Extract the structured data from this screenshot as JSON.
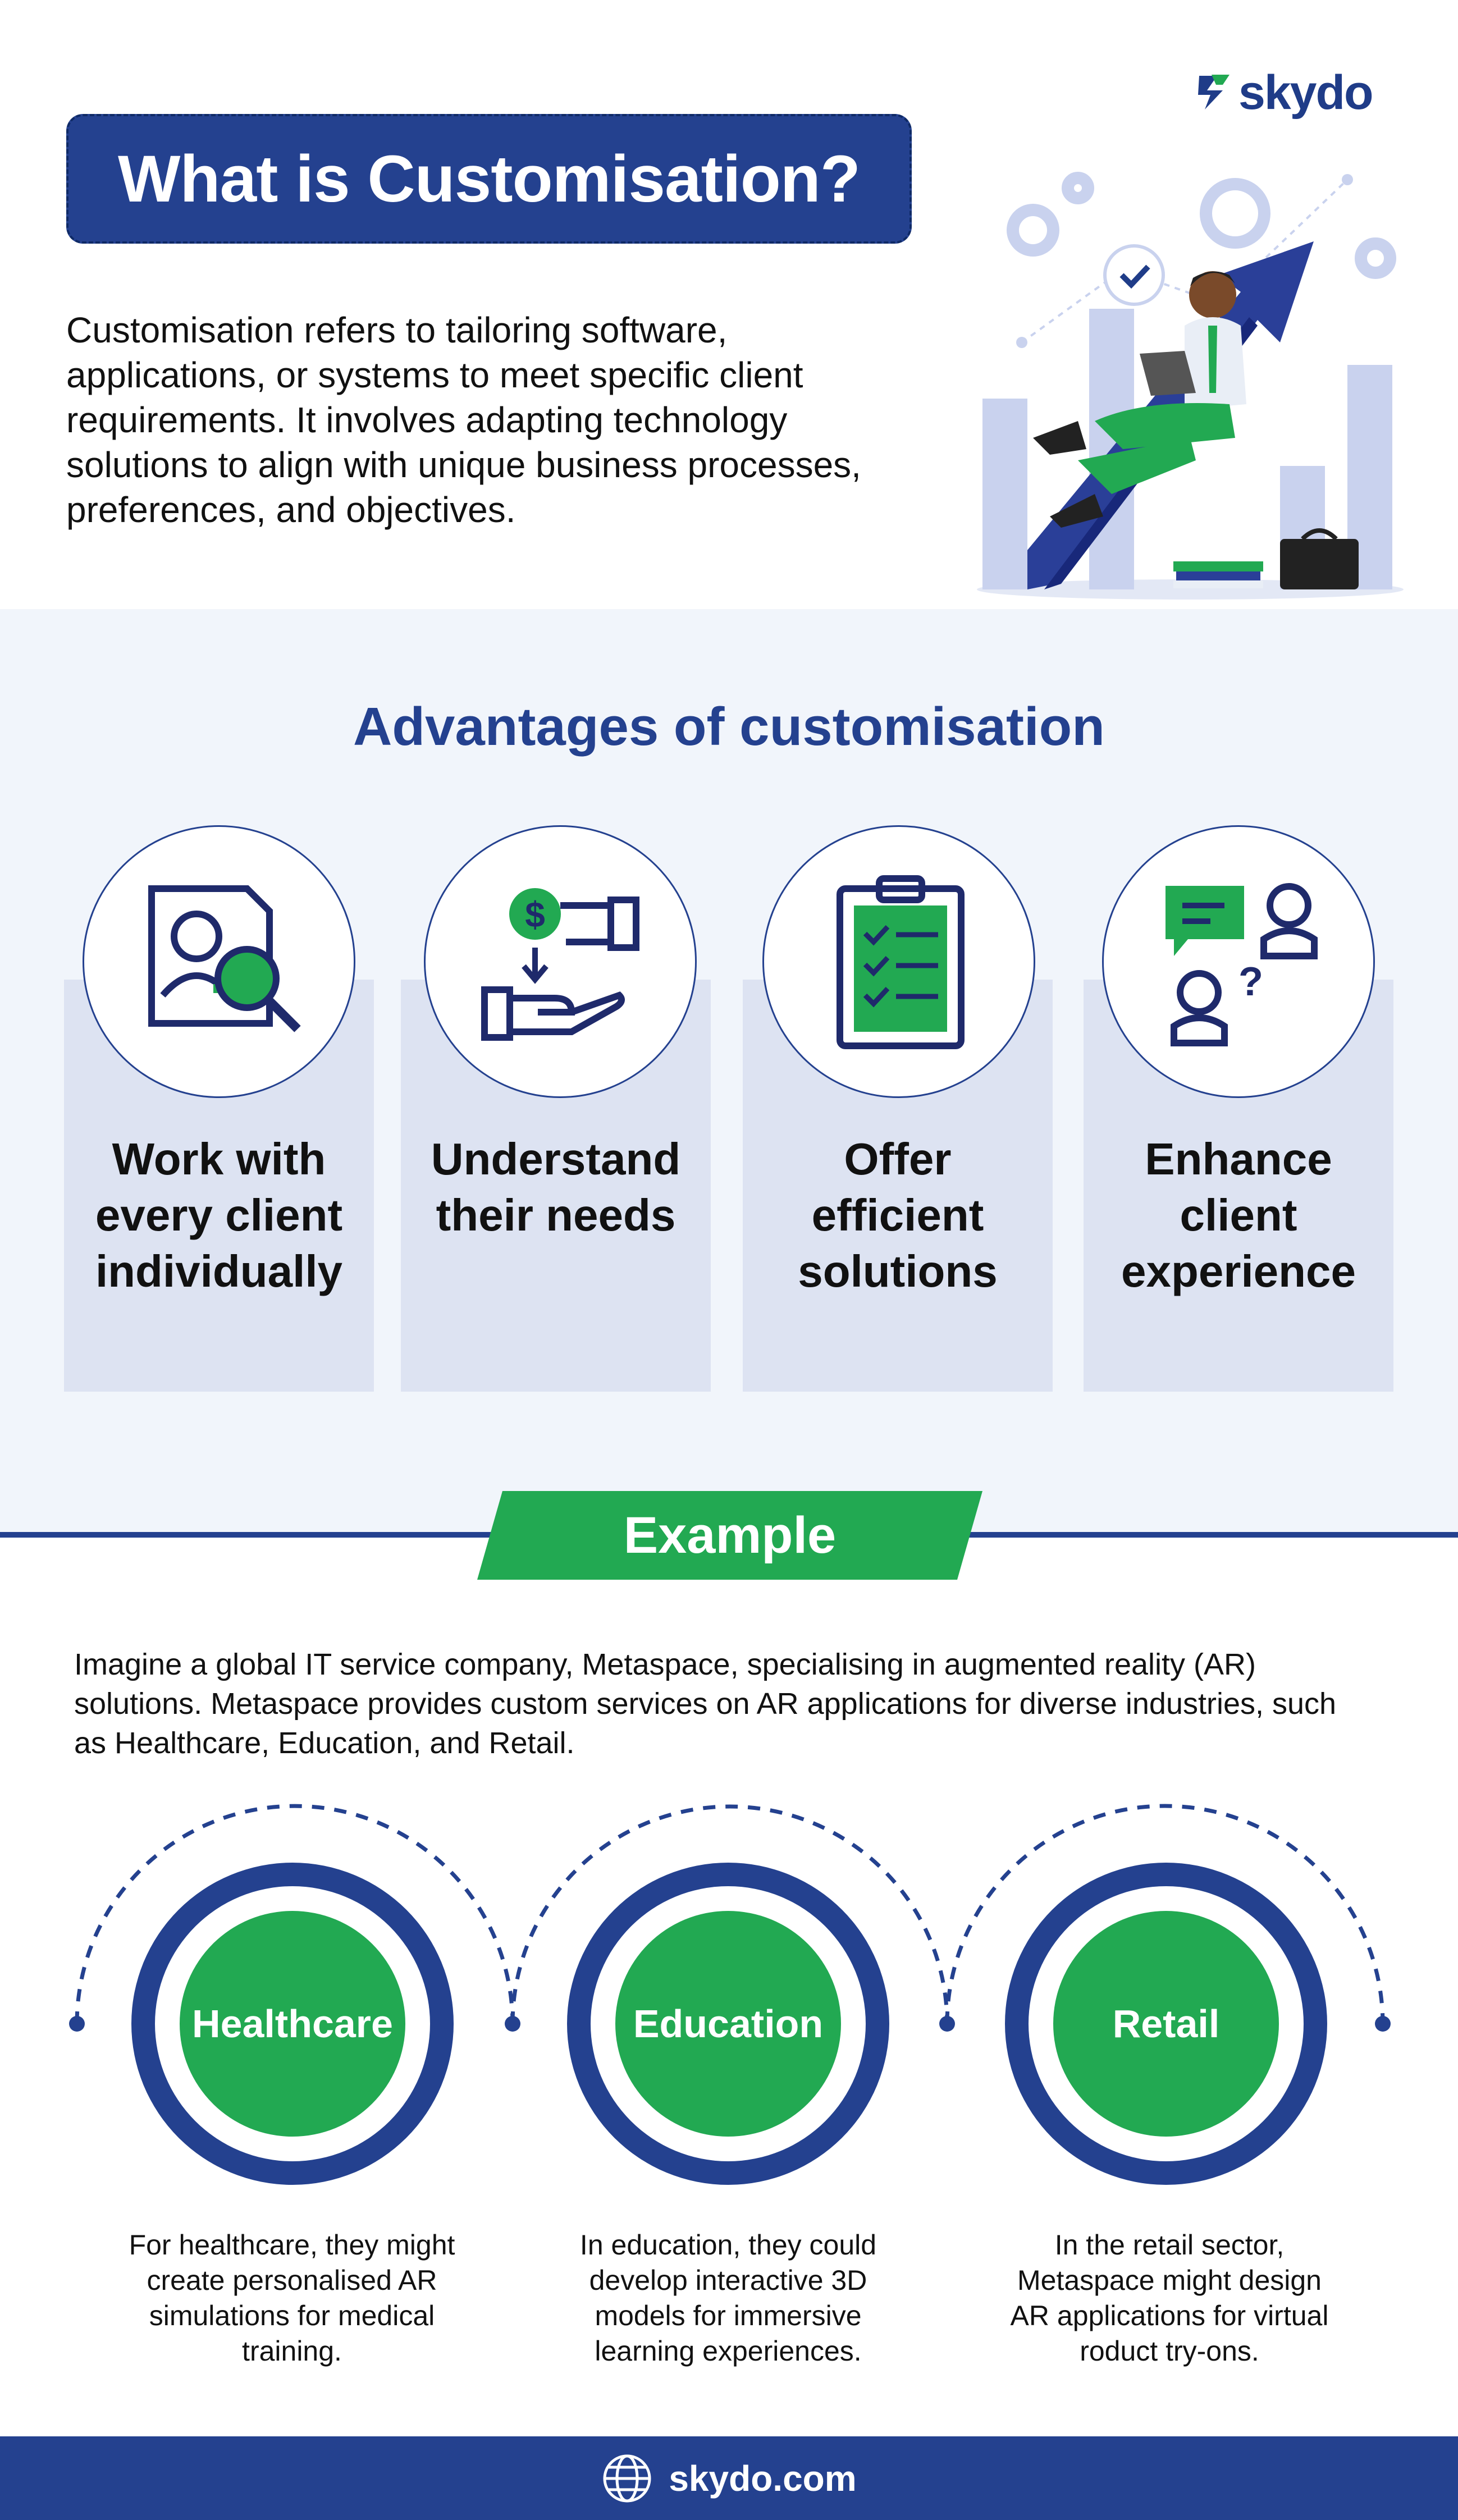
{
  "brand": {
    "logo_text": "skydo",
    "accent": "#24418f",
    "green": "#22a952",
    "light_bg": "#f1f5fb",
    "card_bg": "#dde3f2"
  },
  "header": {
    "title": "What is Customisation?",
    "intro_lines": [
      "Customisation refers to tailoring software,",
      "applications, or systems to meet specific client",
      "requirements. It involves adapting technology",
      "solutions to align with unique business processes,",
      "preferences, and objectives."
    ]
  },
  "advantages": {
    "title": "Advantages of customisation",
    "items": [
      {
        "icon": "client-search-icon",
        "lines": [
          "Work with",
          "every client",
          "individually"
        ]
      },
      {
        "icon": "money-hand-icon",
        "lines": [
          "Understand",
          "their needs"
        ]
      },
      {
        "icon": "checklist-clipboard-icon",
        "lines": [
          "Offer",
          "efficient",
          "solutions"
        ]
      },
      {
        "icon": "client-chat-icon",
        "lines": [
          "Enhance",
          "client",
          "experience"
        ]
      }
    ]
  },
  "example": {
    "label": "Example",
    "text_lines": [
      "Imagine a global IT service company, Metaspace, specialising in augmented reality (AR)",
      "solutions. Metaspace provides custom services on AR applications for diverse industries, such",
      "as Healthcare, Education, and Retail."
    ],
    "industries": [
      {
        "name": "Healthcare",
        "desc_lines": [
          "For healthcare, they might",
          "create personalised AR",
          "simulations for medical",
          "training."
        ]
      },
      {
        "name": "Education",
        "desc_lines": [
          "In education, they could",
          "develop interactive 3D",
          "models for immersive",
          "learning experiences."
        ]
      },
      {
        "name": "Retail",
        "desc_lines": [
          "In the retail sector,",
          "Metaspace might design",
          "AR applications for virtual",
          "roduct try-ons."
        ]
      }
    ]
  },
  "footer": {
    "url": "skydo.com",
    "icon": "globe-icon"
  }
}
